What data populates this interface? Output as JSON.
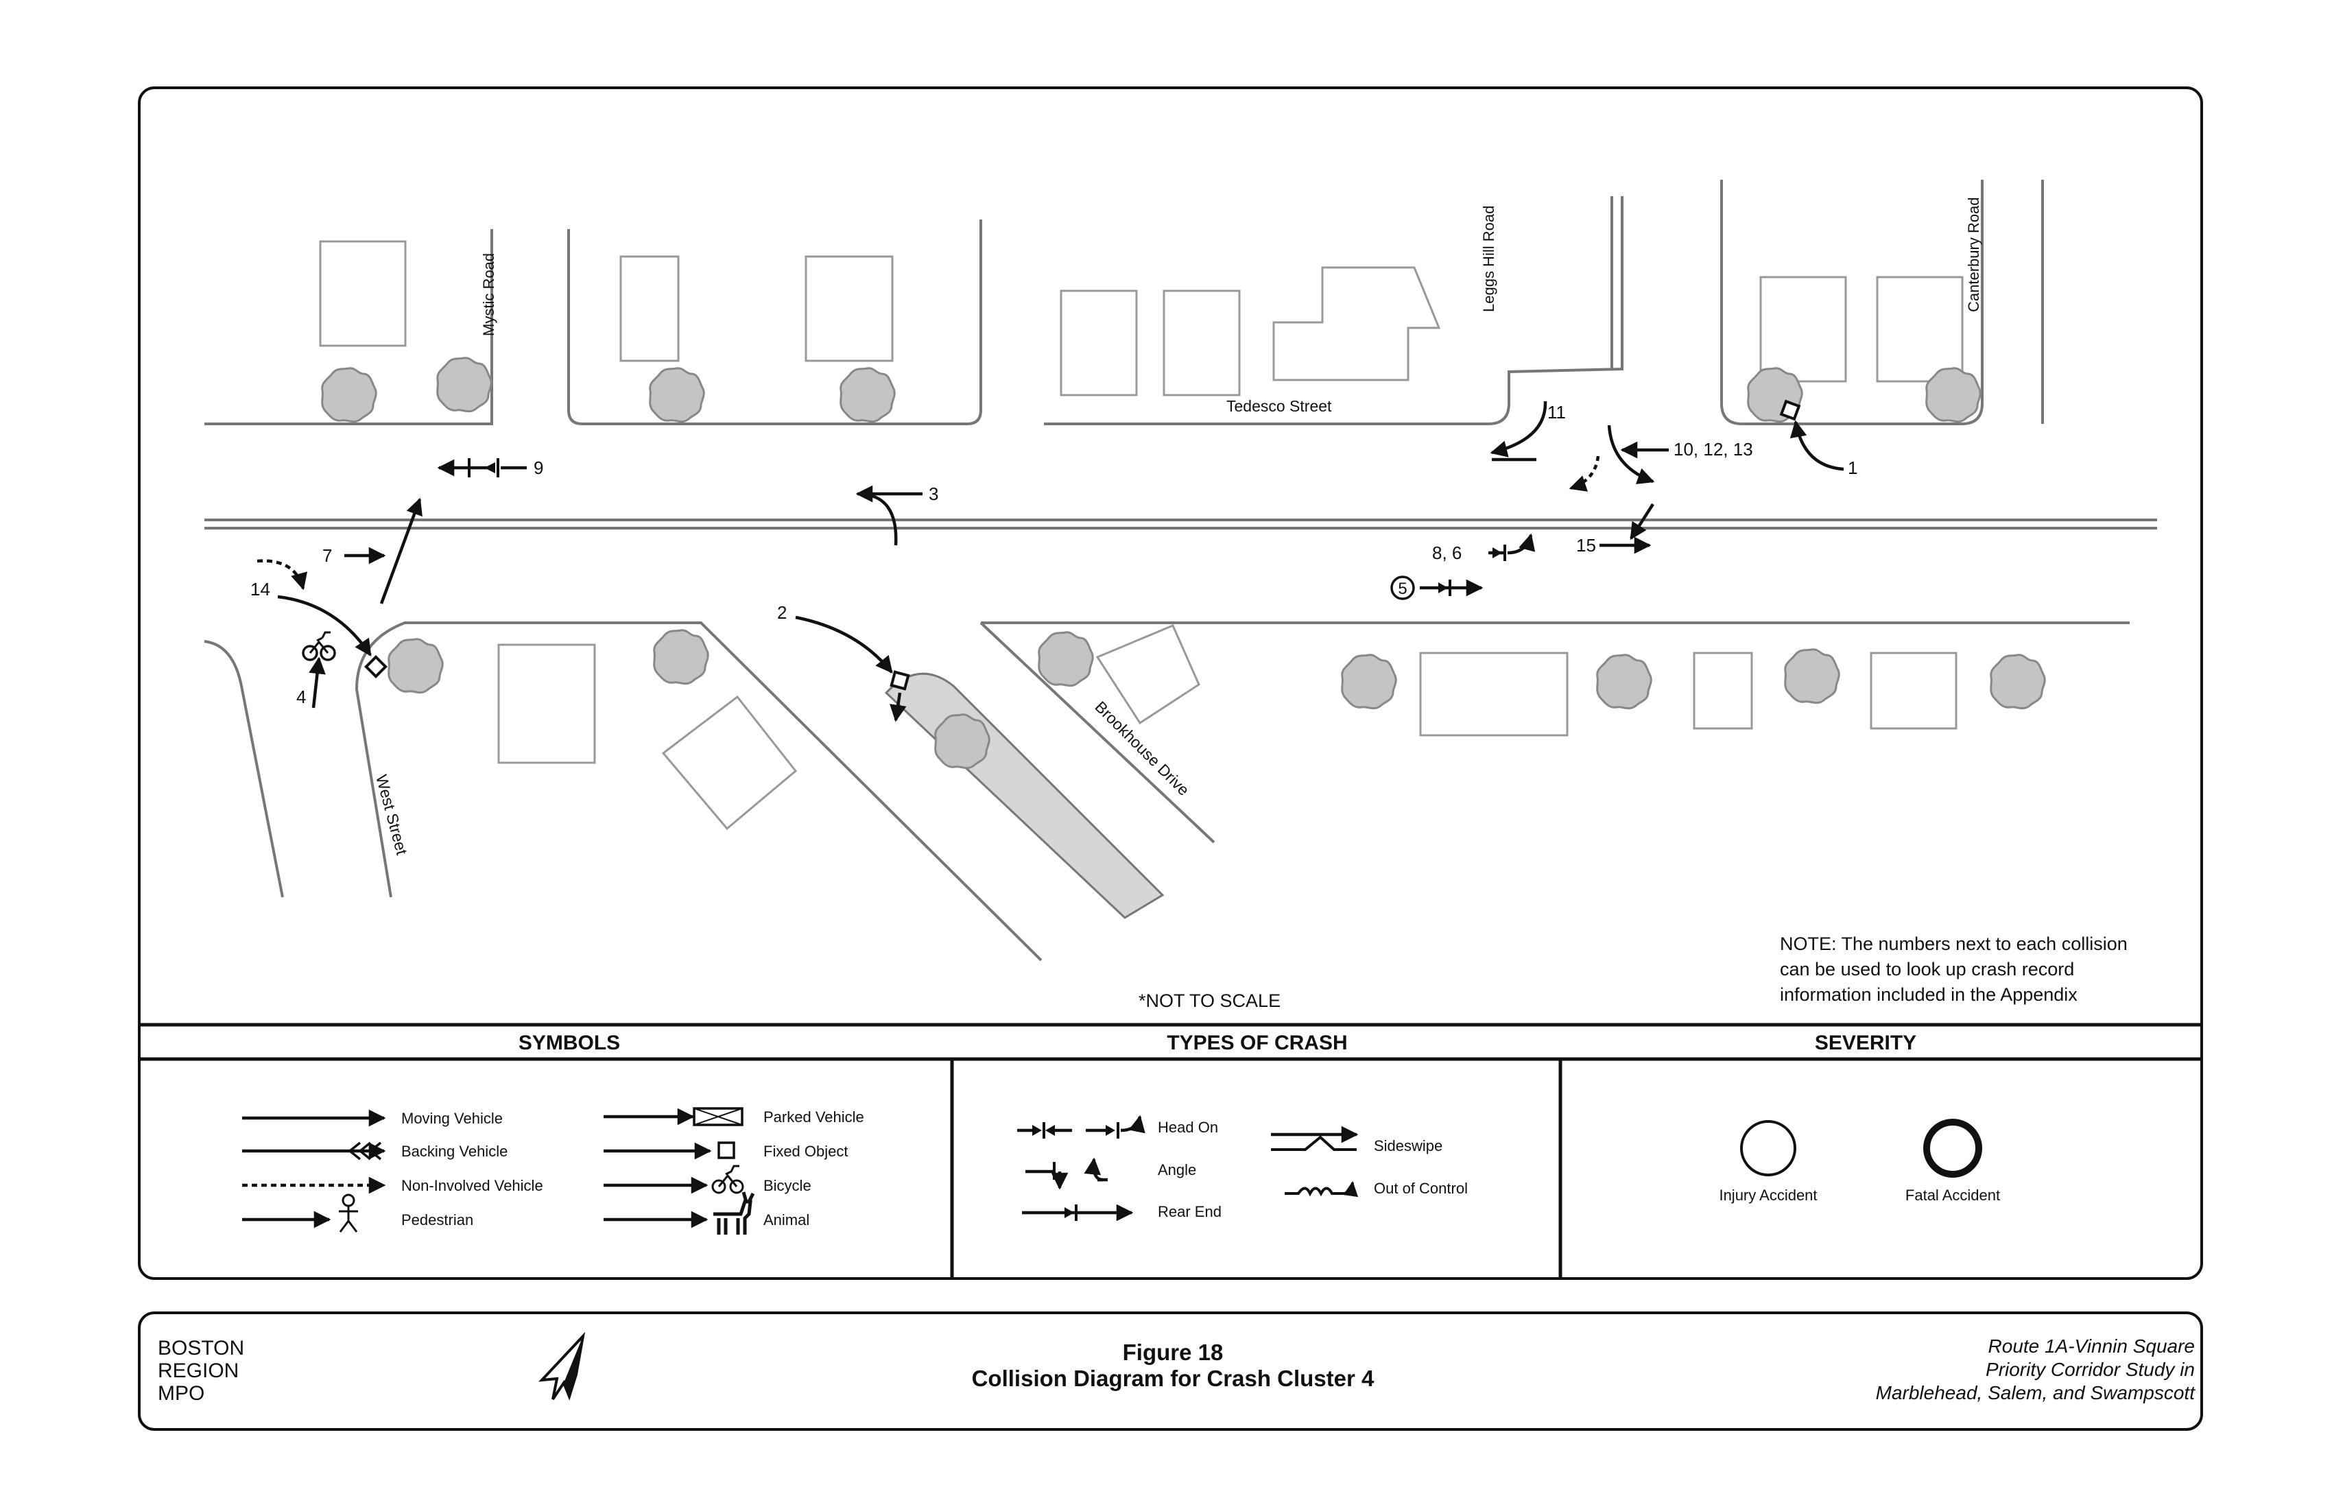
{
  "streets": {
    "mystic": "Mystic Road",
    "leggs_hill": "Leggs Hill Road",
    "canterbury": "Canterbury Road",
    "tedesco": "Tedesco Street",
    "west": "West Street",
    "brookhouse": "Brookhouse Drive"
  },
  "crash_labels": {
    "c9": "9",
    "c7": "7",
    "c14": "14",
    "c4": "4",
    "c2": "2",
    "c3": "3",
    "c11": "11",
    "c10_12_13": "10, 12, 13",
    "c1": "1",
    "c8_6": "8, 6",
    "c15": "15",
    "c5": "5"
  },
  "not_to_scale": "*NOT TO SCALE",
  "note": {
    "line1": "NOTE:  The numbers next to each collision",
    "line2": "can be used to look up crash record",
    "line3": "information included in the Appendix"
  },
  "legend": {
    "symbols_header": "SYMBOLS",
    "crash_types_header": "TYPES OF CRASH",
    "severity_header": "SEVERITY",
    "symbols": {
      "moving": "Moving Vehicle",
      "backing": "Backing Vehicle",
      "non_involved": "Non-Involved Vehicle",
      "pedestrian": "Pedestrian",
      "parked": "Parked Vehicle",
      "fixed": "Fixed Object",
      "bicycle": "Bicycle",
      "animal": "Animal"
    },
    "crash_types": {
      "head_on": "Head On",
      "angle": "Angle",
      "rear_end": "Rear End",
      "sideswipe": "Sideswipe",
      "out_of_control": "Out of Control"
    },
    "severity": {
      "injury": "Injury Accident",
      "fatal": "Fatal Accident"
    }
  },
  "footer": {
    "org_line1": "BOSTON",
    "org_line2": "REGION",
    "org_line3": "MPO",
    "figure_number": "Figure 18",
    "figure_title": "Collision Diagram for Crash Cluster 4",
    "study_line1": "Route 1A-Vinnin Square",
    "study_line2": "Priority Corridor Study in",
    "study_line3": "Marblehead, Salem, and Swampscott"
  },
  "colors": {
    "frame": "#111111",
    "road_line": "#777777",
    "tree_fill": "#c4c4c4",
    "island_fill": "#d6d6d6"
  }
}
